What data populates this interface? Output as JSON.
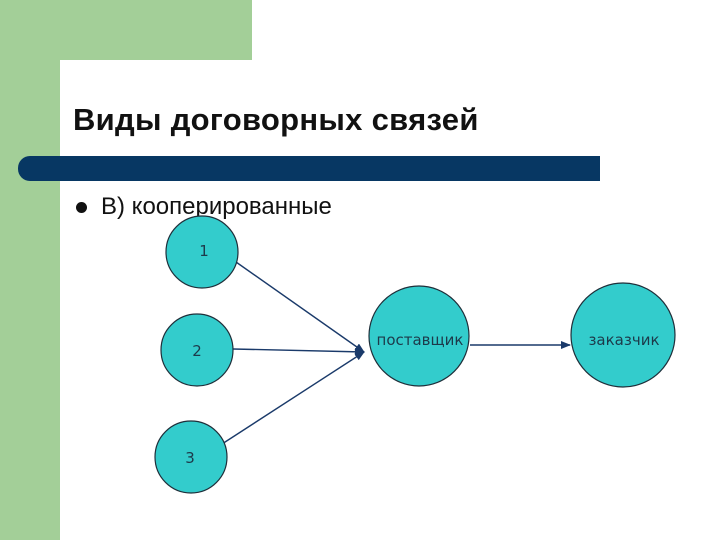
{
  "slide": {
    "title": "Виды договорных связей",
    "bullet": "В) кооперированные"
  },
  "diagram": {
    "nodes": [
      {
        "id": "n1",
        "label": "1"
      },
      {
        "id": "n2",
        "label": "2"
      },
      {
        "id": "n3",
        "label": "3"
      },
      {
        "id": "supplier",
        "label": "поставщик"
      },
      {
        "id": "customer",
        "label": "заказчик"
      }
    ],
    "edges": [
      {
        "from": "n1",
        "to": "supplier"
      },
      {
        "from": "n2",
        "to": "supplier"
      },
      {
        "from": "n3",
        "to": "supplier"
      },
      {
        "from": "supplier",
        "to": "customer"
      }
    ]
  },
  "colors": {
    "background_accent": "#a3cf98",
    "title_bar": "#073763",
    "node_fill": "#33cccc",
    "edge": "#1a3a6a"
  }
}
